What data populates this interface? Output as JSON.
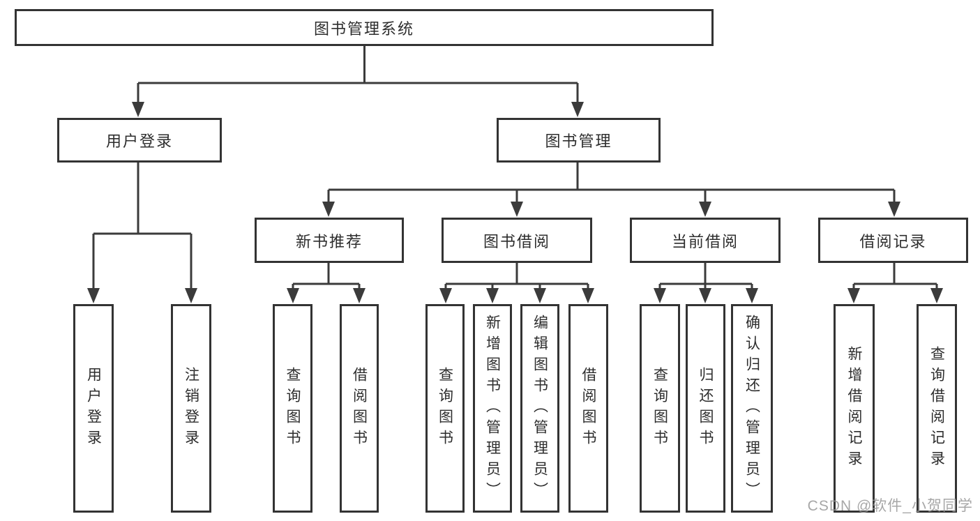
{
  "diagram": {
    "root_label": "图书管理系统",
    "level2": [
      {
        "label": "用户登录"
      },
      {
        "label": "图书管理"
      }
    ],
    "login_children": [
      "用户登录",
      "注销登录"
    ],
    "modules": [
      {
        "label": "新书推荐",
        "children": [
          "查询图书",
          "借阅图书"
        ]
      },
      {
        "label": "图书借阅",
        "children": [
          "查询图书",
          "新增图书（管理员）",
          "编辑图书（管理员）",
          "借阅图书"
        ]
      },
      {
        "label": "当前借阅",
        "children": [
          "查询图书",
          "归还图书",
          "确认归还（管理员）"
        ]
      },
      {
        "label": "借阅记录",
        "children": [
          "新增借阅记录",
          "查询借阅记录"
        ]
      }
    ],
    "watermark": "CSDN @软件_小贺同学",
    "colors": {
      "line": "#3b3b3b",
      "box_border": "#333333",
      "text": "#2d2d2d",
      "watermark": "#989898",
      "background": "#ffffff"
    }
  }
}
